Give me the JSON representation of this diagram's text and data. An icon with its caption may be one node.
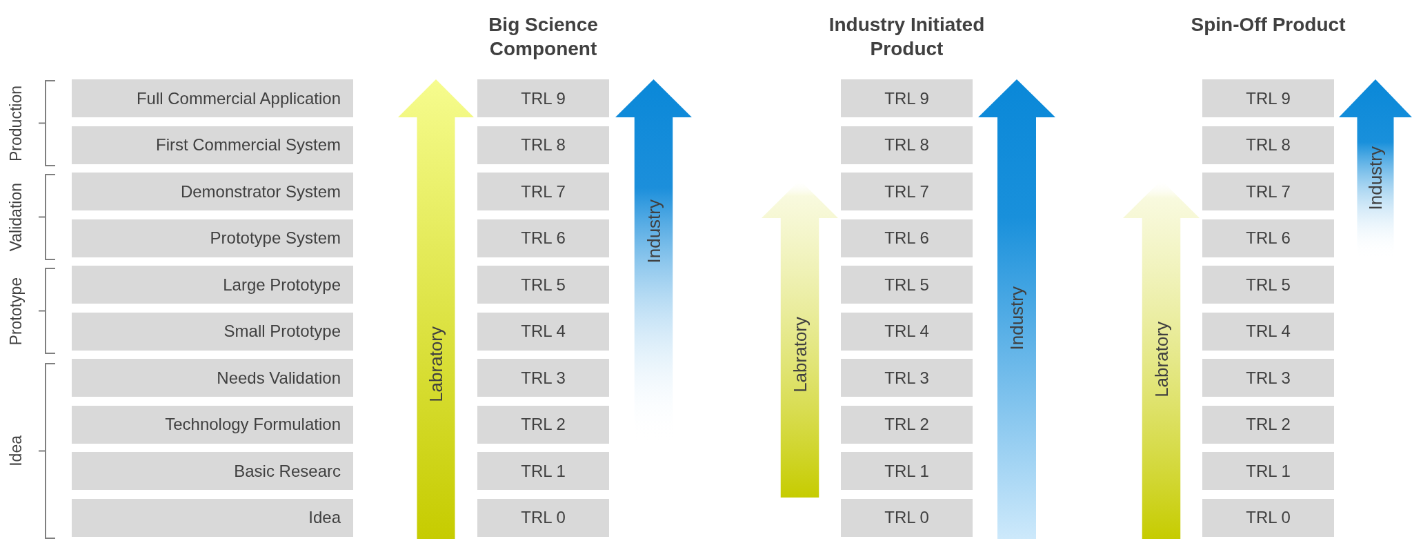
{
  "diagram": {
    "nodes": [
      {
        "text": [
          "Full Commercial Application"
        ]
      },
      {
        "text": [
          "First Commercial System"
        ]
      },
      {
        "text": [
          "Demonstrator System"
        ]
      },
      {
        "text": [
          "Prototype System"
        ]
      },
      {
        "text": [
          "Large Prototype"
        ]
      },
      {
        "text": [
          "Small Prototype"
        ]
      },
      {
        "text": [
          "Needs Validation"
        ]
      },
      {
        "text": [
          "Technology Formulation"
        ]
      },
      {
        "text": [
          "Basic Researc"
        ]
      },
      {
        "text": [
          "Idea"
        ]
      },
      {
        "text": [
          "TRL 9"
        ]
      },
      {
        "text": [
          "TRL 8"
        ]
      },
      {
        "text": [
          "TRL 7"
        ]
      },
      {
        "text": [
          "TRL 6"
        ]
      },
      {
        "text": [
          "TRL 5"
        ]
      },
      {
        "text": [
          "TRL 4"
        ]
      },
      {
        "text": [
          "TRL 3"
        ]
      },
      {
        "text": [
          "TRL 2"
        ]
      },
      {
        "text": [
          "TRL 1"
        ]
      },
      {
        "text": [
          "TRL 0"
        ]
      },
      {
        "text": [
          "Labratory"
        ]
      },
      {
        "text": [
          "Industry"
        ]
      },
      {
        "text": [
          "TRL 9"
        ]
      },
      {
        "text": [
          "TRL 8"
        ]
      },
      {
        "text": [
          "TRL 7"
        ]
      },
      {
        "text": [
          "TRL 6"
        ]
      },
      {
        "text": [
          "TRL 5"
        ]
      },
      {
        "text": [
          "TRL 4"
        ]
      },
      {
        "text": [
          "TRL 3"
        ]
      },
      {
        "text": [
          "TRL 2"
        ]
      },
      {
        "text": [
          "TRL 1"
        ]
      },
      {
        "text": [
          "TRL 0"
        ]
      },
      {
        "text": [
          "Labratory"
        ]
      },
      {
        "text": [
          "Industry"
        ]
      },
      {
        "text": [
          "TRL 9"
        ]
      },
      {
        "text": [
          "TRL 8"
        ]
      },
      {
        "text": [
          "TRL 7"
        ]
      },
      {
        "text": [
          "TRL 6"
        ]
      },
      {
        "text": [
          "TRL 5"
        ]
      },
      {
        "text": [
          "TRL 4"
        ]
      },
      {
        "text": [
          "TRL 3"
        ]
      },
      {
        "text": [
          "TRL 2"
        ]
      },
      {
        "text": [
          "TRL 1"
        ]
      },
      {
        "text": [
          "TRL 0"
        ]
      },
      {
        "text": [
          "Labratory"
        ]
      },
      {
        "text": [
          "Industry"
        ]
      }
    ],
    "labels": [
      "Big Science Component",
      "Industry Initiated Product",
      "Spin-Off Product",
      "Production",
      "Validation",
      "Prototype",
      "Idea"
    ]
  }
}
